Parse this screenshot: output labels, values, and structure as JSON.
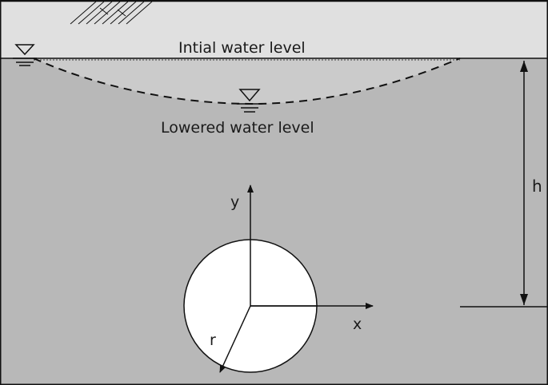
{
  "diagram": {
    "labels": {
      "initial_water_level": "Intial water level",
      "lowered_water_level": "Lowered water level",
      "depth": "h",
      "y_axis": "y",
      "x_axis": "x",
      "radius": "r"
    },
    "colors": {
      "sky": "#e0e0e0",
      "soil": "#b8b8b8",
      "depression": "#cbcbcb",
      "tunnel": "#ffffff",
      "stroke": "#111111"
    }
  }
}
